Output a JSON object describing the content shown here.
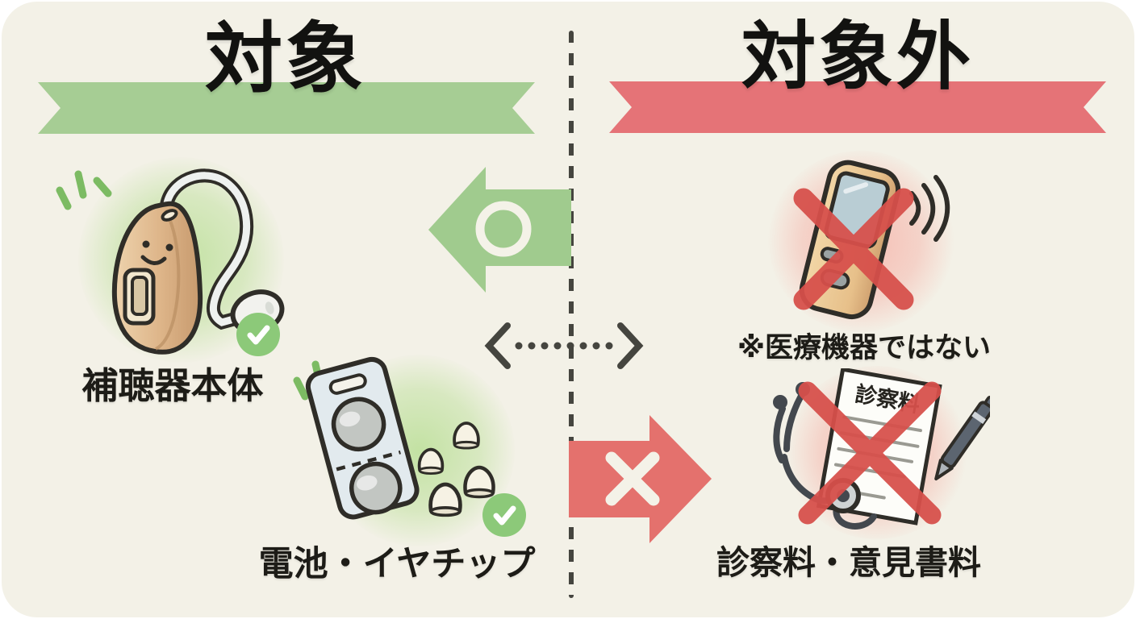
{
  "card": {
    "background": "#f3f1e7"
  },
  "divider": {
    "style": "dashed-vertical",
    "color": "#45453f"
  },
  "eligible": {
    "title": "対象",
    "ribbon_color": "#a6cd94",
    "arrow_color": "#a0cb8e",
    "arrow_symbol": "circle",
    "items": [
      {
        "label": "補聴器本体",
        "illustration": "hearing-aid",
        "status": "included"
      },
      {
        "label": "電池・イヤチップ",
        "illustration": "battery-and-eartips",
        "status": "included"
      }
    ]
  },
  "excluded": {
    "title": "対象外",
    "ribbon_color": "#e57377",
    "arrow_color": "#e4716d",
    "arrow_symbol": "cross",
    "items": [
      {
        "label": "※医療機器ではない",
        "illustration": "sound-amplifier",
        "status": "excluded"
      },
      {
        "label": "診察料・意見書料",
        "illustration": "medical-document-fees",
        "status": "excluded"
      }
    ]
  },
  "illustration_text": {
    "document_title": "診察料"
  },
  "status_colors": {
    "check_green": "#8cc979",
    "cross_red": "#d7504b"
  }
}
